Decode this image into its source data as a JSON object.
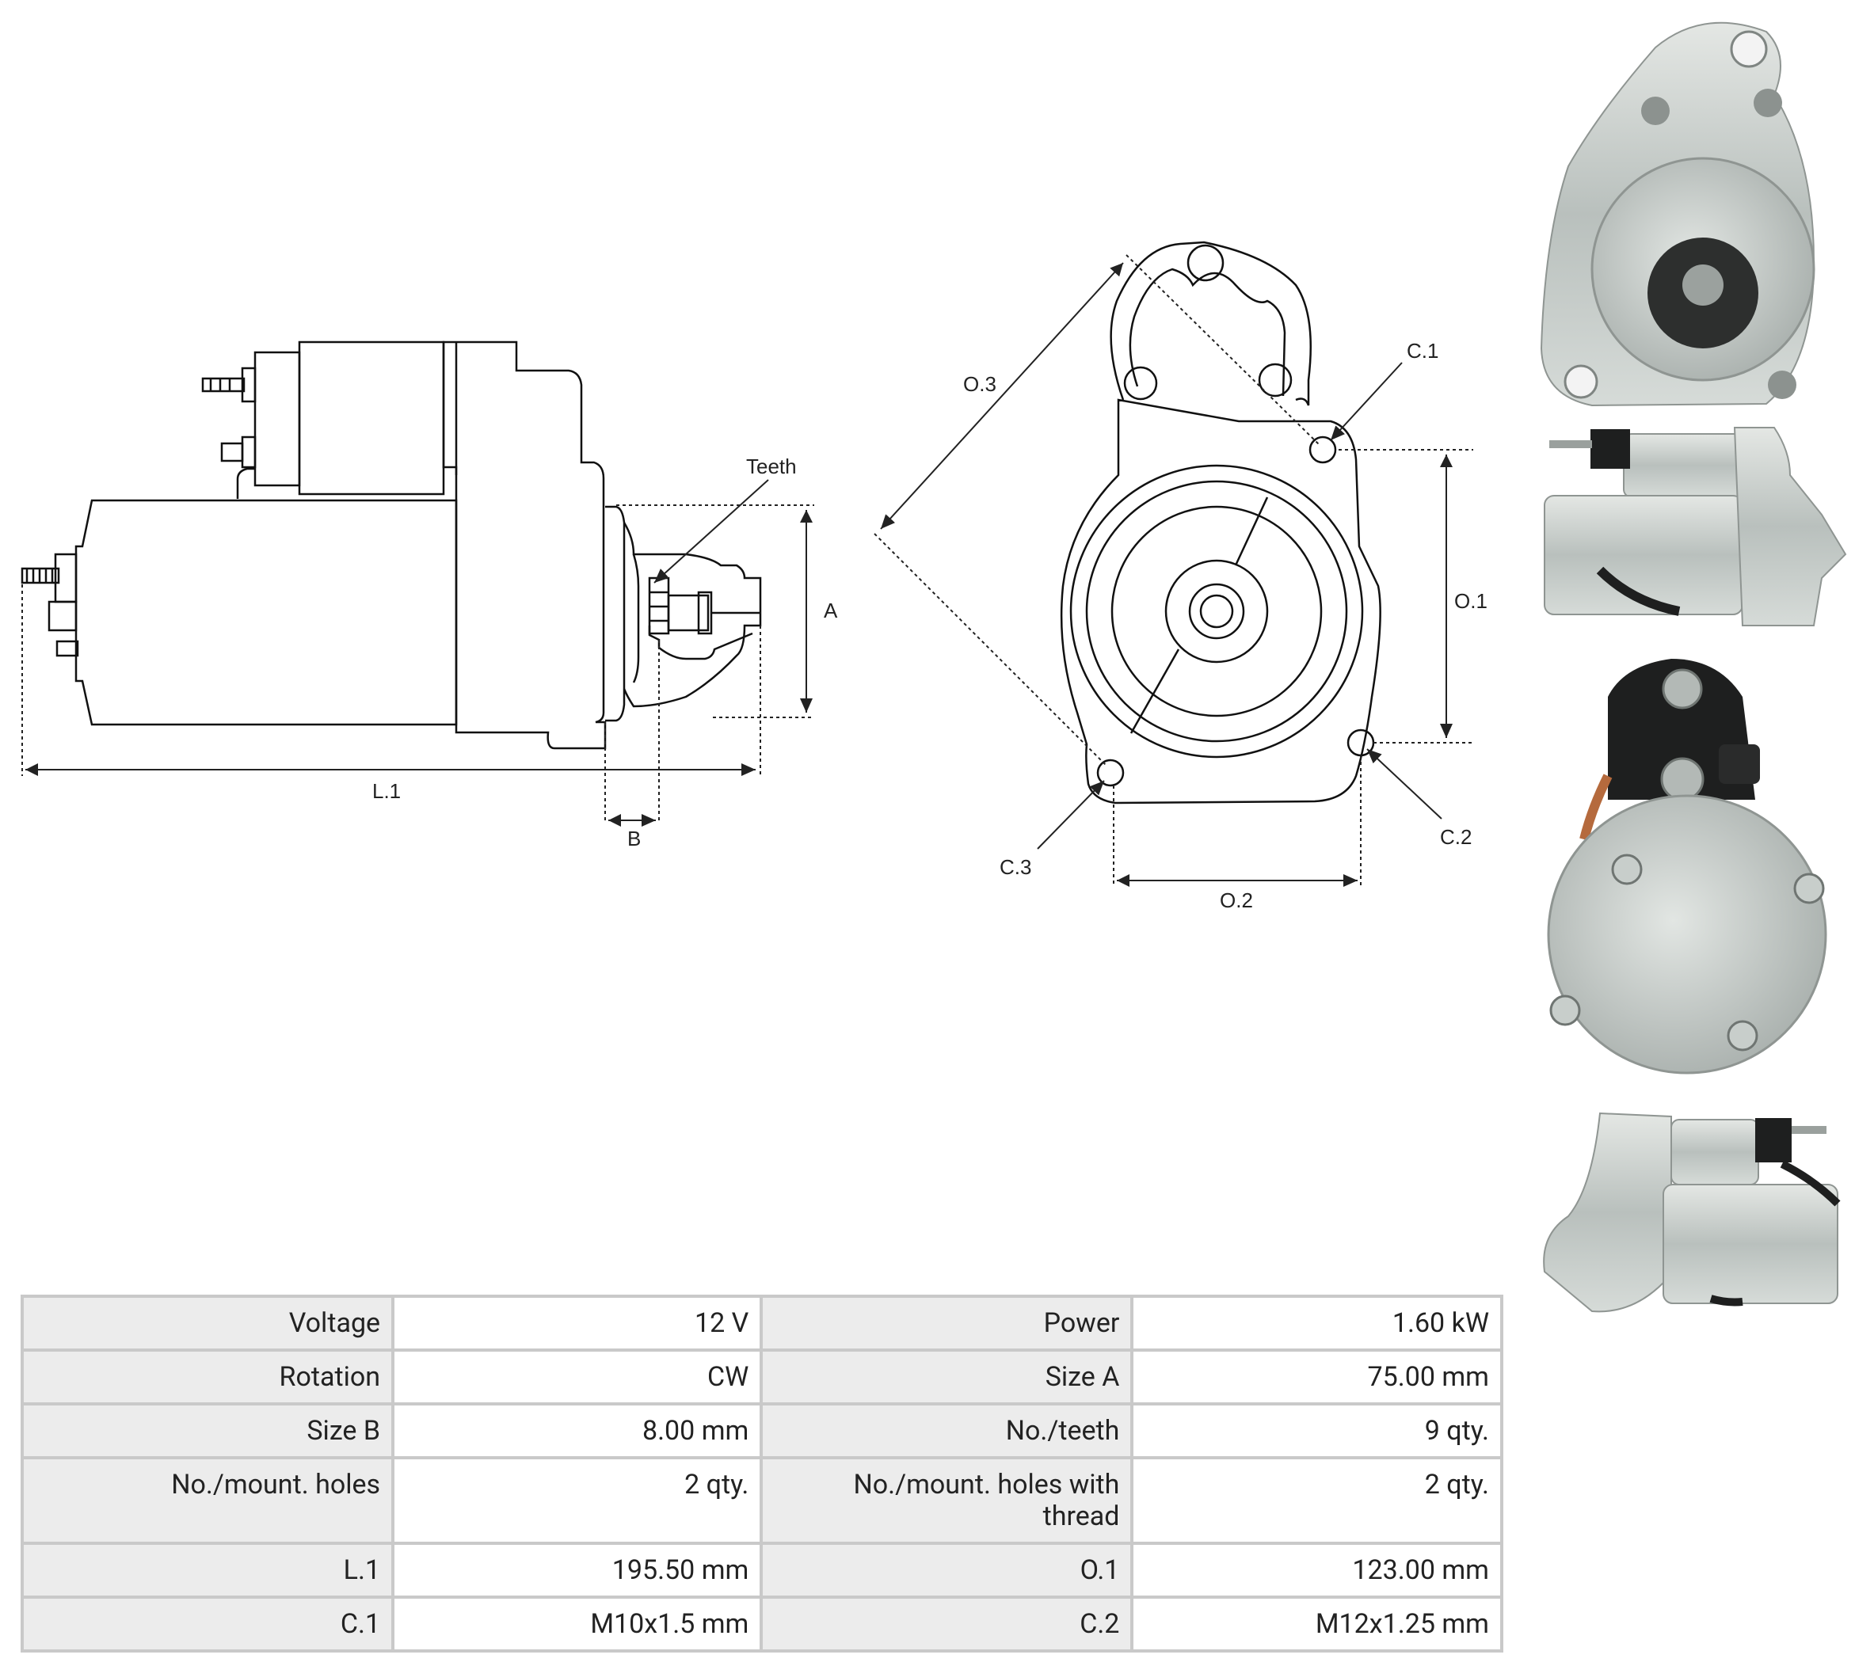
{
  "drawing_labels": {
    "teeth": "Teeth",
    "a": "A",
    "b": "B",
    "l1": "L.1",
    "o1": "O.1",
    "o2": "O.2",
    "o3": "O.3",
    "c1": "C.1",
    "c2": "C.2",
    "c3": "C.3"
  },
  "photos": [
    "front-view-photo",
    "side-view-photo",
    "rear-view-photo",
    "side-view-photo-2"
  ],
  "specs": [
    [
      {
        "k": "Voltage",
        "v": "12 V"
      },
      {
        "k": "Power",
        "v": "1.60 kW"
      }
    ],
    [
      {
        "k": "Rotation",
        "v": "CW"
      },
      {
        "k": "Size A",
        "v": "75.00 mm"
      }
    ],
    [
      {
        "k": "Size B",
        "v": "8.00 mm"
      },
      {
        "k": "No./teeth",
        "v": "9 qty."
      }
    ],
    [
      {
        "k": "No./mount. holes",
        "v": "2 qty."
      },
      {
        "k": "No./mount. holes with thread",
        "v": "2 qty."
      }
    ],
    [
      {
        "k": "L.1",
        "v": "195.50 mm"
      },
      {
        "k": "O.1",
        "v": "123.00 mm"
      }
    ],
    [
      {
        "k": "C.1",
        "v": "M10x1.5 mm"
      },
      {
        "k": "C.2",
        "v": "M12x1.25 mm"
      }
    ]
  ]
}
